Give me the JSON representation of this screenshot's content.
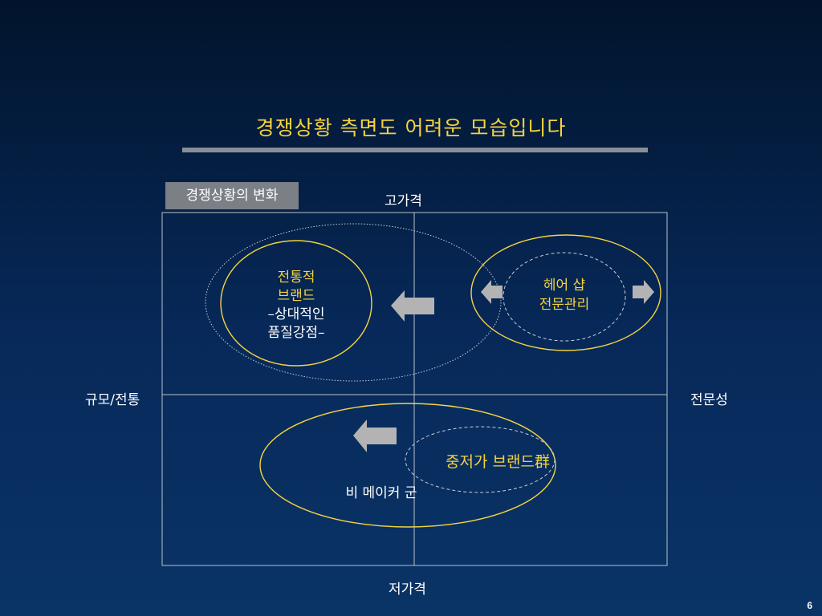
{
  "title": "경쟁상황 측면도 어려운 모습입니다",
  "tag": "경쟁상황의 변화",
  "axes": {
    "top": "고가격",
    "bottom": "저가격",
    "left": "규모/전통",
    "right": "전문성"
  },
  "groups": {
    "traditional_brand": [
      "전통적",
      "브랜드",
      "–상대적인",
      "품질강점–"
    ],
    "hair_shop": [
      "헤어 샵",
      "전문관리"
    ],
    "mid_low_brand": "중저가 브랜드群",
    "non_maker": "비 메이커 군"
  },
  "page_number": "6",
  "colors": {
    "accent": "#f5d33f",
    "frame": "#b9c2cc",
    "arrow": "#b3b3b3",
    "tag_bg": "#7b7f86"
  },
  "icons": {
    "left_arrow": "arrow-left-icon",
    "right_arrow": "arrow-right-icon"
  }
}
